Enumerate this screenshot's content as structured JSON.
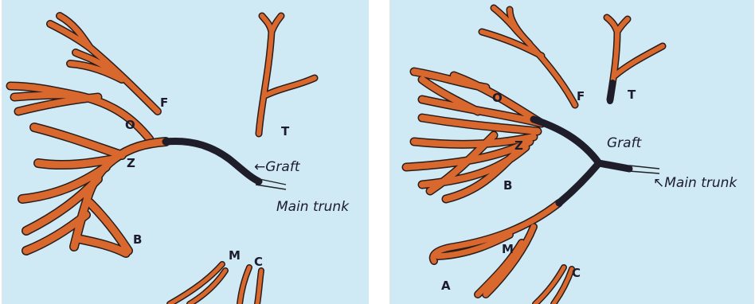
{
  "left": {
    "labels": {
      "f": "F",
      "o": "O",
      "z": "Z",
      "b": "B",
      "t": "T",
      "m": "M",
      "c": "C",
      "graft": "Graft",
      "main_trunk": "Main trunk"
    }
  },
  "right": {
    "labels": {
      "o": "O",
      "f": "F",
      "t": "T",
      "z": "Z",
      "b": "B",
      "m": "M",
      "a": "A",
      "c": "C",
      "graft": "Graft",
      "main_trunk": "Main trunk"
    }
  },
  "colors": {
    "background": "#cfe9f5",
    "branch": "#d9682f",
    "graft": "#1f1d2a"
  }
}
